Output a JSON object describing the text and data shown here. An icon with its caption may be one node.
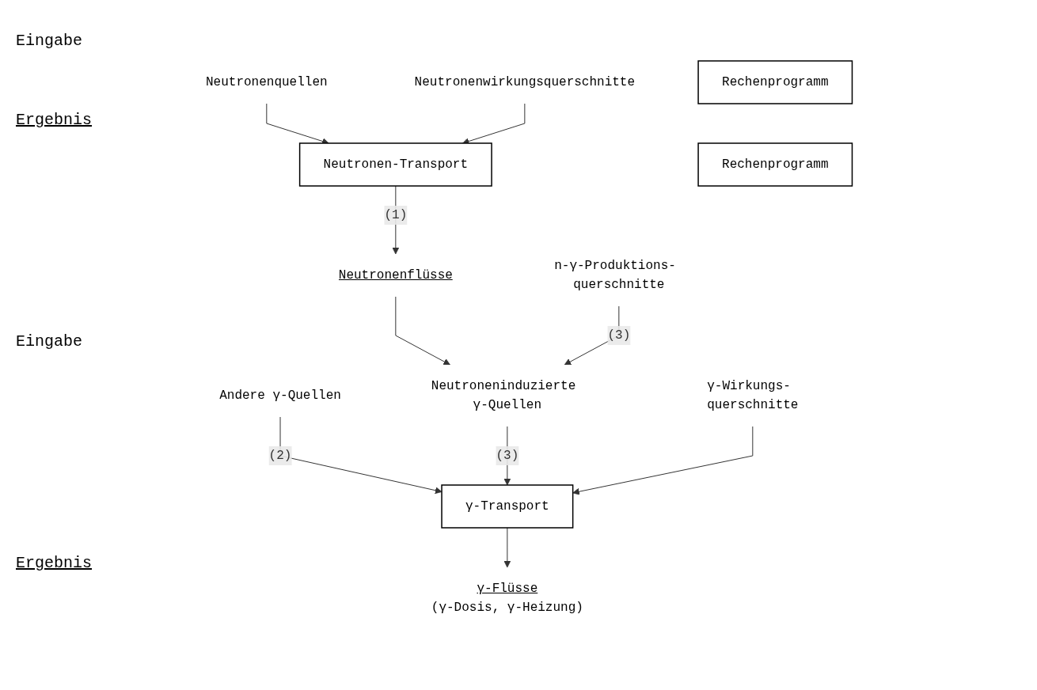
{
  "diagram": {
    "nodes": [
      {
        "text": [
          "Neutronenquellen"
        ]
      },
      {
        "text": [
          "Neutronenwirkungsquerschnitte"
        ]
      },
      {
        "text": [
          "Rechenprogramm"
        ]
      },
      {
        "text": [
          "Neutronen-Transport"
        ]
      },
      {
        "text": [
          "Neutronenflüsse"
        ]
      },
      {
        "text": [
          "n-γ-Produktions- querschnitte"
        ]
      },
      {
        "text": [
          "Andere γ-Quellen"
        ]
      },
      {
        "text": [
          "Neutroneninduzierte γ-Quellen"
        ]
      },
      {
        "text": [
          "γ-Wirkungs- querschnitte"
        ]
      },
      {
        "text": [
          "Rechenprogramm"
        ]
      },
      {
        "text": [
          "γ-Transport"
        ]
      },
      {
        "text": [
          "γ-Flüsse",
          "(γ-Dosis, γ-Heizung)"
        ]
      }
    ],
    "edges": [
      {
        "from": 0,
        "to": 3,
        "arrow": "to"
      },
      {
        "from": 1,
        "to": 3,
        "arrow": "to"
      },
      {
        "from": 3,
        "to": 4,
        "arrow": "to",
        "label": "(1)"
      },
      {
        "from": 4,
        "to": 7,
        "arrow": "to"
      },
      {
        "from": 5,
        "to": 7,
        "arrow": "to",
        "label": "(3)"
      },
      {
        "from": 6,
        "to": 10,
        "arrow": "to",
        "label": "(2)"
      },
      {
        "from": 7,
        "to": 10,
        "arrow": "to",
        "label": "(3)"
      },
      {
        "from": 8,
        "to": 10,
        "arrow": "to"
      },
      {
        "from": 10,
        "to": 11,
        "arrow": "to"
      }
    ],
    "labels": [
      "Eingabe",
      "Ergebnis",
      "Eingabe",
      "Ergebnis"
    ]
  }
}
